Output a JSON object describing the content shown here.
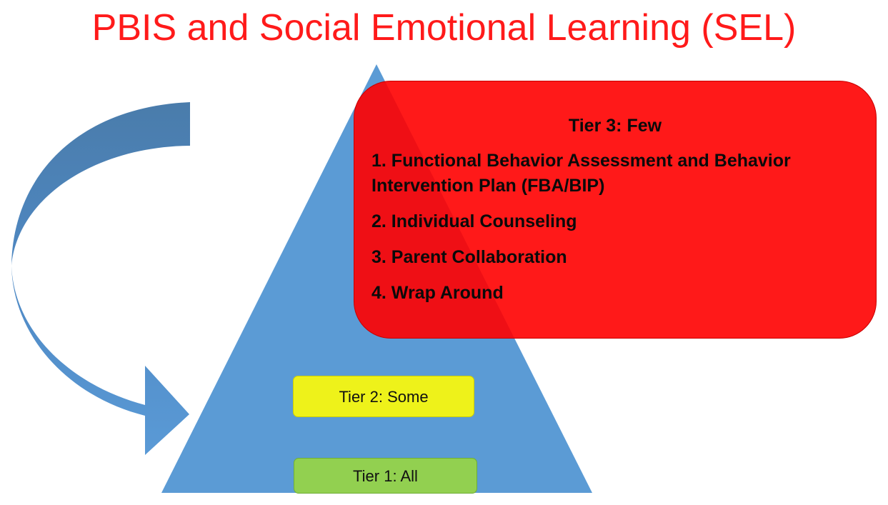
{
  "title": "PBIS and Social Emotional Learning (SEL)",
  "colors": {
    "title": "#ff1a1a",
    "pyramid": "#5b9bd5",
    "arrow": "#4e86bf",
    "tier3": "#ff0000",
    "tier2": "#eef21a",
    "tier1": "#92d050"
  },
  "tier3": {
    "heading": "Tier 3: Few",
    "items": [
      "1. Functional Behavior Assessment and Behavior Intervention Plan (FBA/BIP)",
      "2. Individual Counseling",
      "3. Parent Collaboration",
      "4. Wrap Around"
    ]
  },
  "tier2": {
    "label": "Tier 2: Some"
  },
  "tier1": {
    "label": "Tier 1: All"
  },
  "icons": {
    "arrow": "curved-arrow-icon"
  }
}
